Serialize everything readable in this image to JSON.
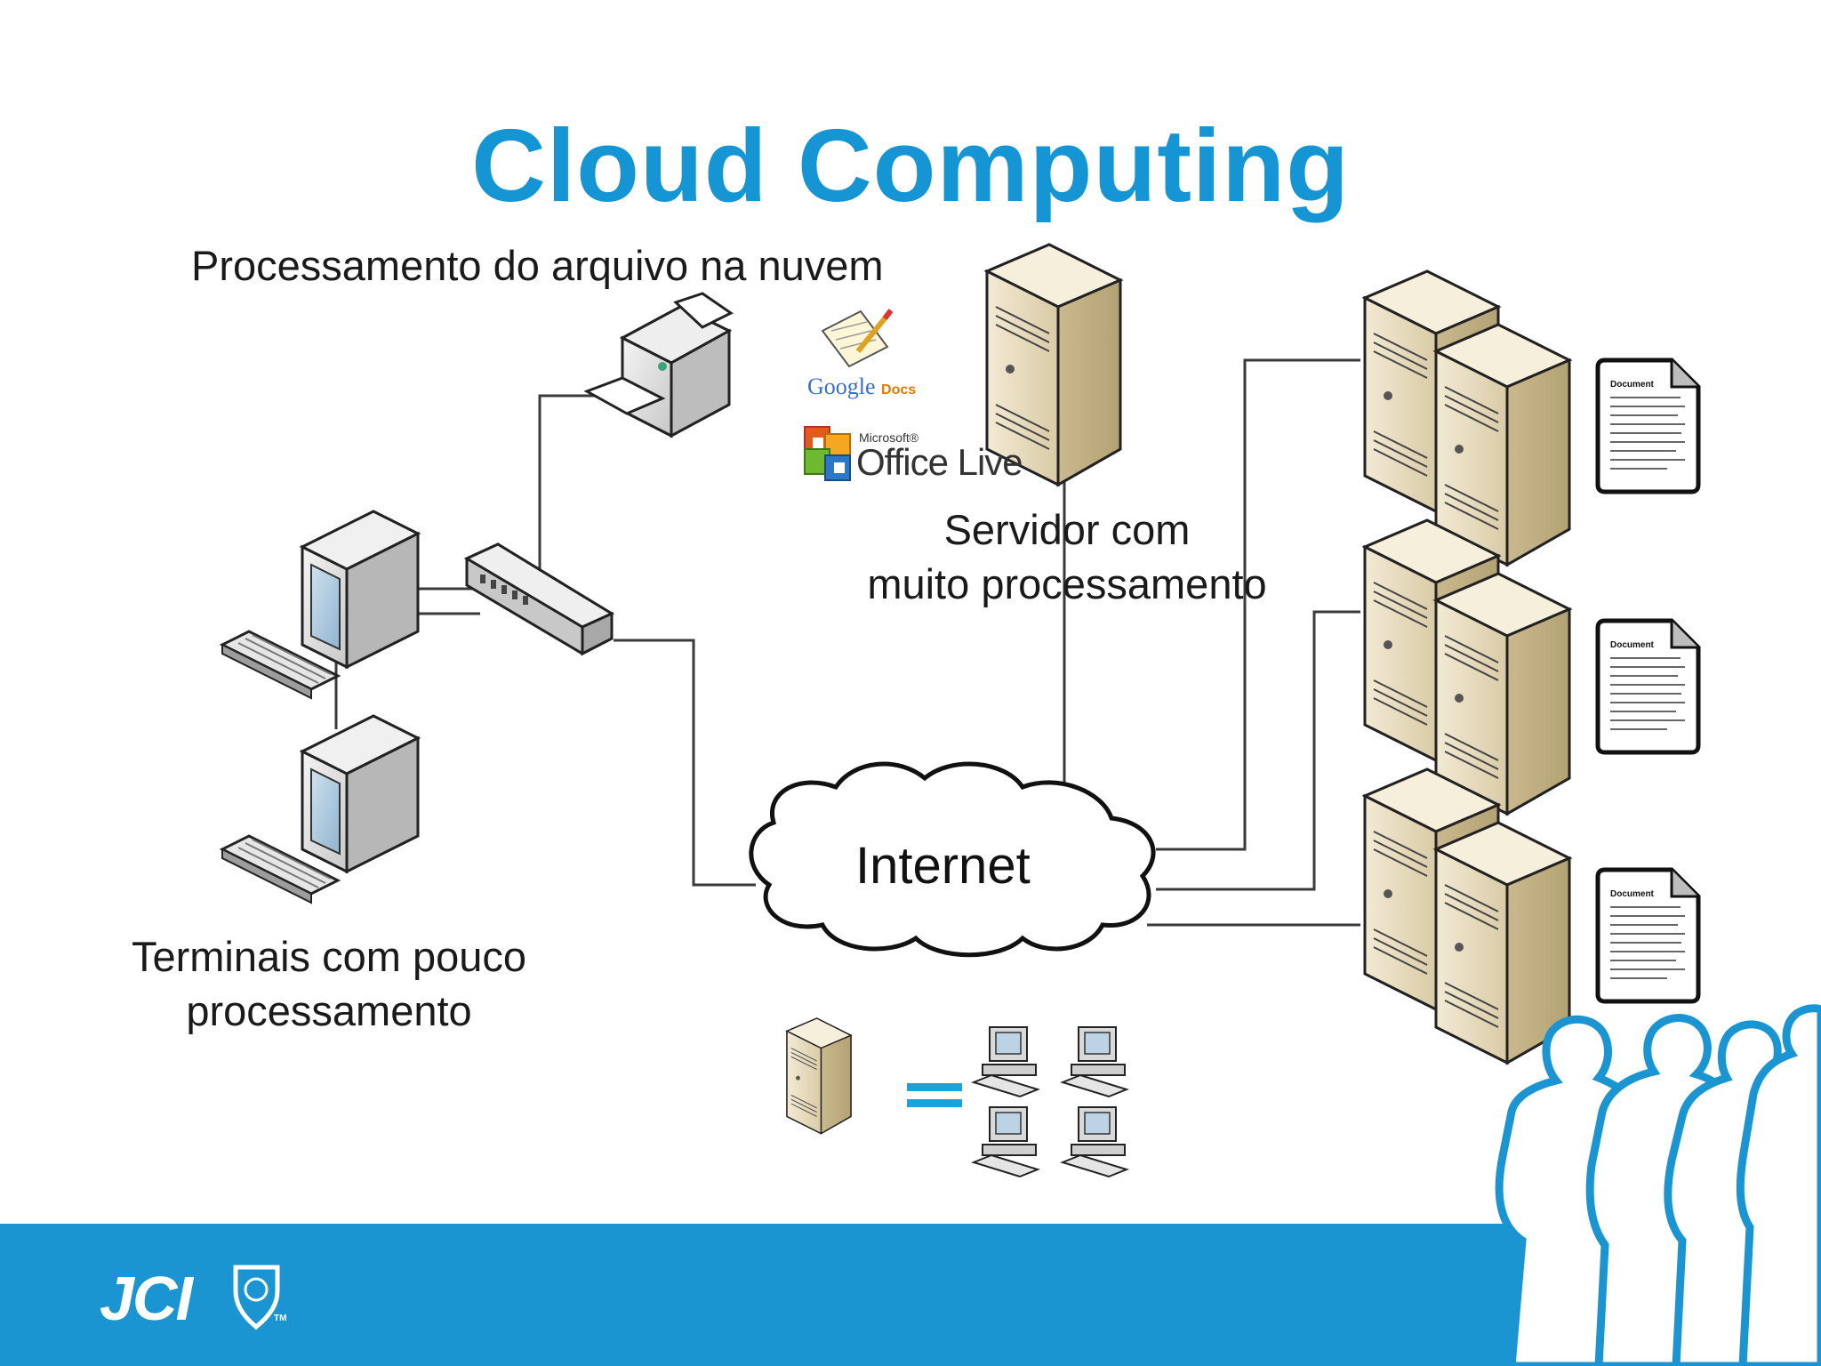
{
  "slide": {
    "title": "Cloud Computing"
  },
  "labels": {
    "cloud_processing": "Processamento do arquivo na nuvem",
    "server_line1": "Servidor com",
    "server_line2": "muito processamento",
    "terminals_line1": "Terminais com pouco",
    "terminals_line2": "processamento",
    "internet": "Internet"
  },
  "logos": {
    "google_docs_brand": "Google",
    "google_docs_suffix": "Docs",
    "office_live_small": "Microsoft®",
    "office_live_main": "Office Live",
    "footer_logo": "JCI"
  },
  "document_icon_title": "Document",
  "colors": {
    "title": "#1595d3",
    "footer_band": "#1b95d2",
    "equals_sign": "#1ba2dd",
    "server_beige": "#e8dcc0"
  }
}
